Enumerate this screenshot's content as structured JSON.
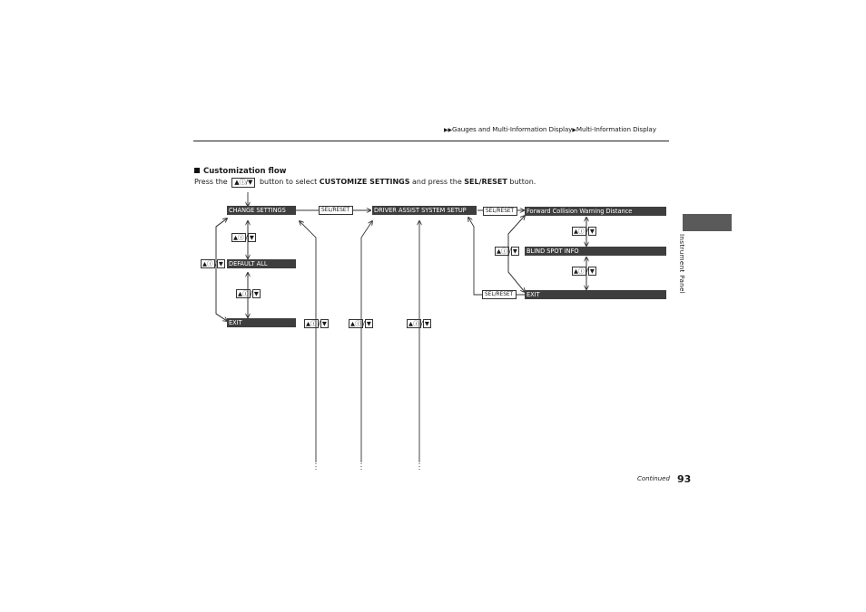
{
  "breadcrumb": {
    "marker": "▶▶",
    "part1": "Gauges and Multi-Information Display",
    "sep": "▶",
    "part2": "Multi-Information Display"
  },
  "section": {
    "title": "Customization flow",
    "instruction_pre": "Press the",
    "instruction_icon": "▲ⓘ/▼",
    "instruction_mid": "button to select",
    "instruction_bold1": "CUSTOMIZE SETTINGS",
    "instruction_mid2": "and press the",
    "instruction_bold2": "SEL/RESET",
    "instruction_post": "button."
  },
  "flow": {
    "change_settings": "CHANGE SETTINGS",
    "default_all": "DEFAULT ALL",
    "exit1": "EXIT",
    "sel_reset_1": "SEL/RESET",
    "driver_assist": "DRIVER ASSIST SYSTEM SETUP",
    "sel_reset_2": "SEL/RESET",
    "forward_collision": "Forward Collision Warning Distance",
    "blind_spot": "BLIND SPOT INFO",
    "exit2": "EXIT",
    "sel_reset_3": "SEL/RESET",
    "arrow_key": "▲ⓘ",
    "slash": "/",
    "down": "▼"
  },
  "side_tab": {
    "label": "Instrument Panel",
    "color": "#5a5a5a"
  },
  "footer": {
    "continued": "Continued",
    "page_number": "93"
  }
}
